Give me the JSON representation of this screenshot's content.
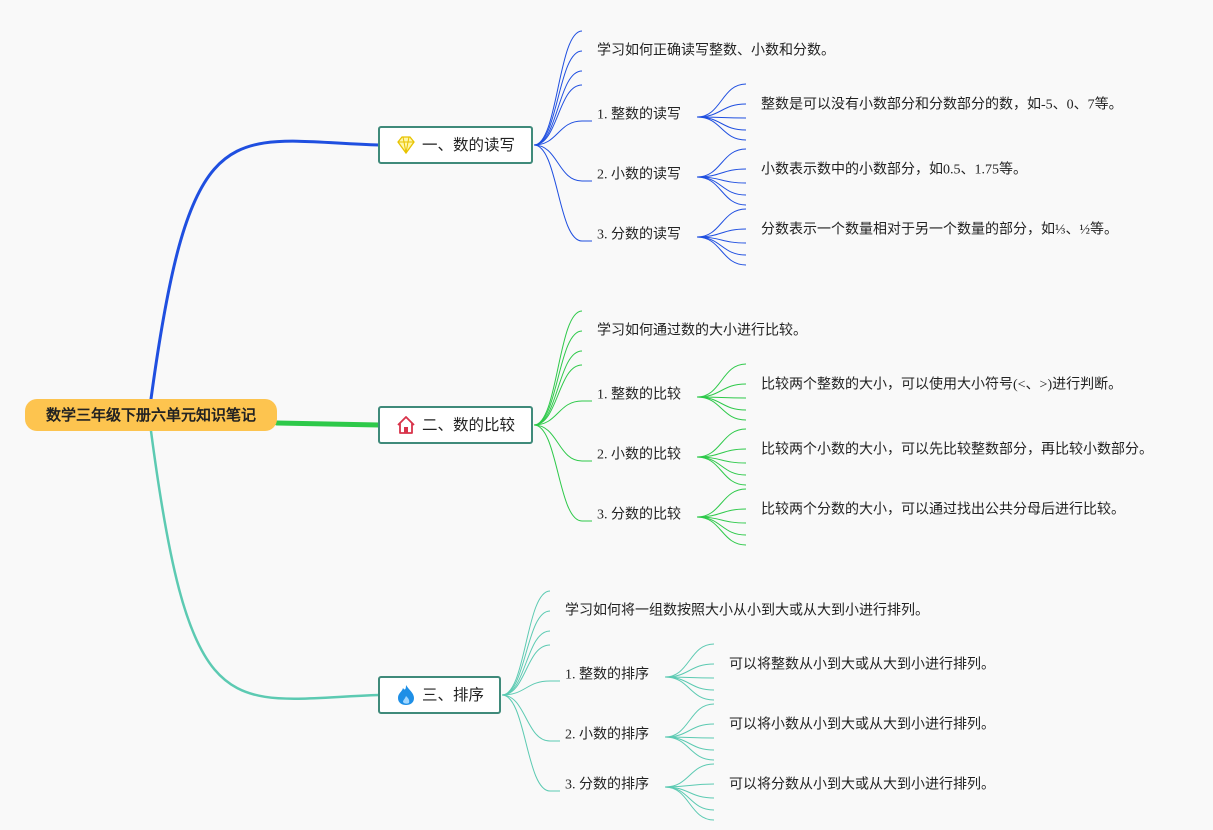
{
  "mindmap": {
    "root": {
      "label": "数学三年级下册六单元知识笔记",
      "color": "#fdc44f"
    },
    "branches": [
      {
        "label": "一、数的读写",
        "icon": "diamond-icon",
        "color": "#1f4fe0",
        "intro": "学习如何正确读写整数、小数和分数。",
        "subtopics": [
          {
            "label": "1. 整数的读写",
            "detail": "整数是可以没有小数部分和分数部分的数，如-5、0、7等。"
          },
          {
            "label": "2. 小数的读写",
            "detail": "小数表示数中的小数部分，如0.5、1.75等。"
          },
          {
            "label": "3. 分数的读写",
            "detail": "分数表示一个数量相对于另一个数量的部分，如⅓、½等。"
          }
        ]
      },
      {
        "label": "二、数的比较",
        "icon": "house-icon",
        "color": "#2ec94a",
        "intro": "学习如何通过数的大小进行比较。",
        "subtopics": [
          {
            "label": "1. 整数的比较",
            "detail": "比较两个整数的大小，可以使用大小符号(<、>)进行判断。"
          },
          {
            "label": "2. 小数的比较",
            "detail": "比较两个小数的大小，可以先比较整数部分，再比较小数部分。"
          },
          {
            "label": "3. 分数的比较",
            "detail": "比较两个分数的大小，可以通过找出公共分母后进行比较。"
          }
        ]
      },
      {
        "label": "三、排序",
        "icon": "flame-icon",
        "color": "#5ccab2",
        "intro": "学习如何将一组数按照大小从小到大或从大到小进行排列。",
        "subtopics": [
          {
            "label": "1. 整数的排序",
            "detail": "可以将整数从小到大或从大到小进行排列。"
          },
          {
            "label": "2. 小数的排序",
            "detail": "可以将小数从小到大或从大到小进行排列。"
          },
          {
            "label": "3. 分数的排序",
            "detail": "可以将分数从小到大或从大到小进行排列。"
          }
        ]
      }
    ]
  }
}
